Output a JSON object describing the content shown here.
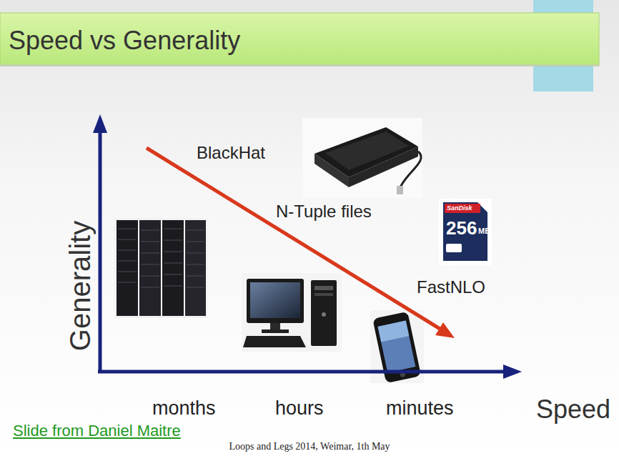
{
  "diagram": {
    "title": "Speed vs Generality",
    "caption": "Loops and Legs 2014, Weimar, 1th May",
    "labels": [
      "BlackHat",
      "N-Tuple files",
      "SanDisk",
      "256",
      "MB",
      "FastNLO",
      "Generality",
      "months",
      "hours",
      "minutes",
      "Speed",
      "Slide from Daniel Maitre"
    ]
  }
}
